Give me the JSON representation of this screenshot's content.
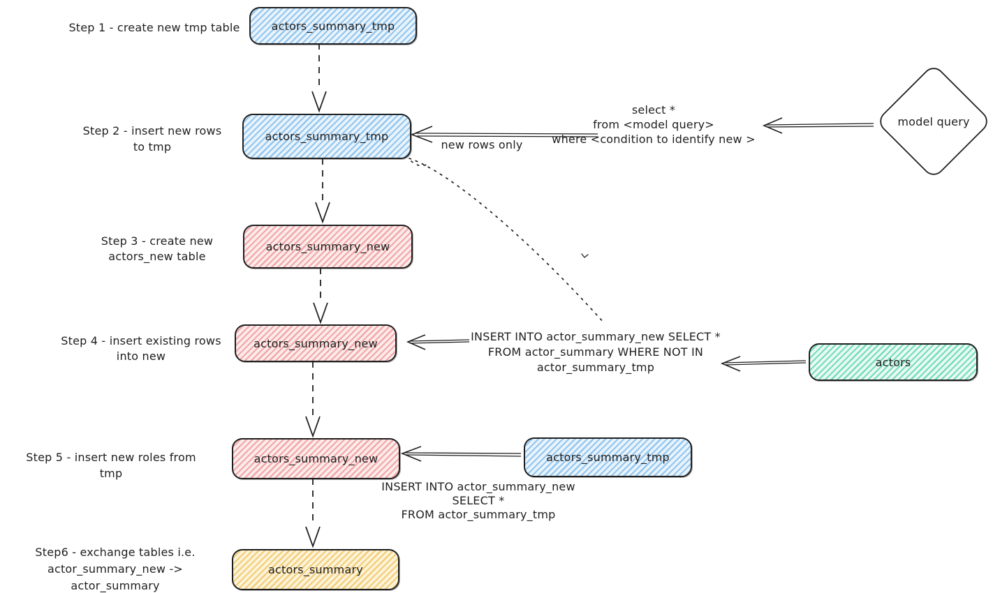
{
  "steps": [
    {
      "label": "Step 1 - create new tmp table",
      "node": "actors_summary_tmp"
    },
    {
      "label": "Step 2 - insert new rows\nto tmp",
      "node": "actors_summary_tmp"
    },
    {
      "label": "Step 3 - create new\nactors_new table",
      "node": "actors_summary_new"
    },
    {
      "label": "Step 4 - insert existing rows\ninto new",
      "node": "actors_summary_new"
    },
    {
      "label": "Step 5 - insert new roles from tmp",
      "node": "actors_summary_new"
    },
    {
      "label": "Step6 - exchange tables i.e.\nactor_summary_new -> actor_summary",
      "node": "actors_summary"
    }
  ],
  "side_nodes": {
    "model_query": "model query",
    "actors": "actors",
    "actors_summary_tmp": "actors_summary_tmp"
  },
  "annotations": {
    "select_query": "select *\nfrom <model query>\nwhere <condition to identify new >",
    "new_rows_only": "new rows only",
    "insert_existing": "INSERT INTO actor_summary_new SELECT *\nFROM actor_summary WHERE NOT IN\nactor_summary_tmp",
    "insert_from_tmp": "INSERT INTO actor_summary_new\nSELECT *\nFROM actor_summary_tmp"
  },
  "colors": {
    "stroke": "#1e1e1e",
    "blue_fill": "#a5d8ff",
    "red_fill": "#ffc9c9",
    "green_fill": "#96f2d7",
    "yellow_fill": "#ffec99"
  }
}
